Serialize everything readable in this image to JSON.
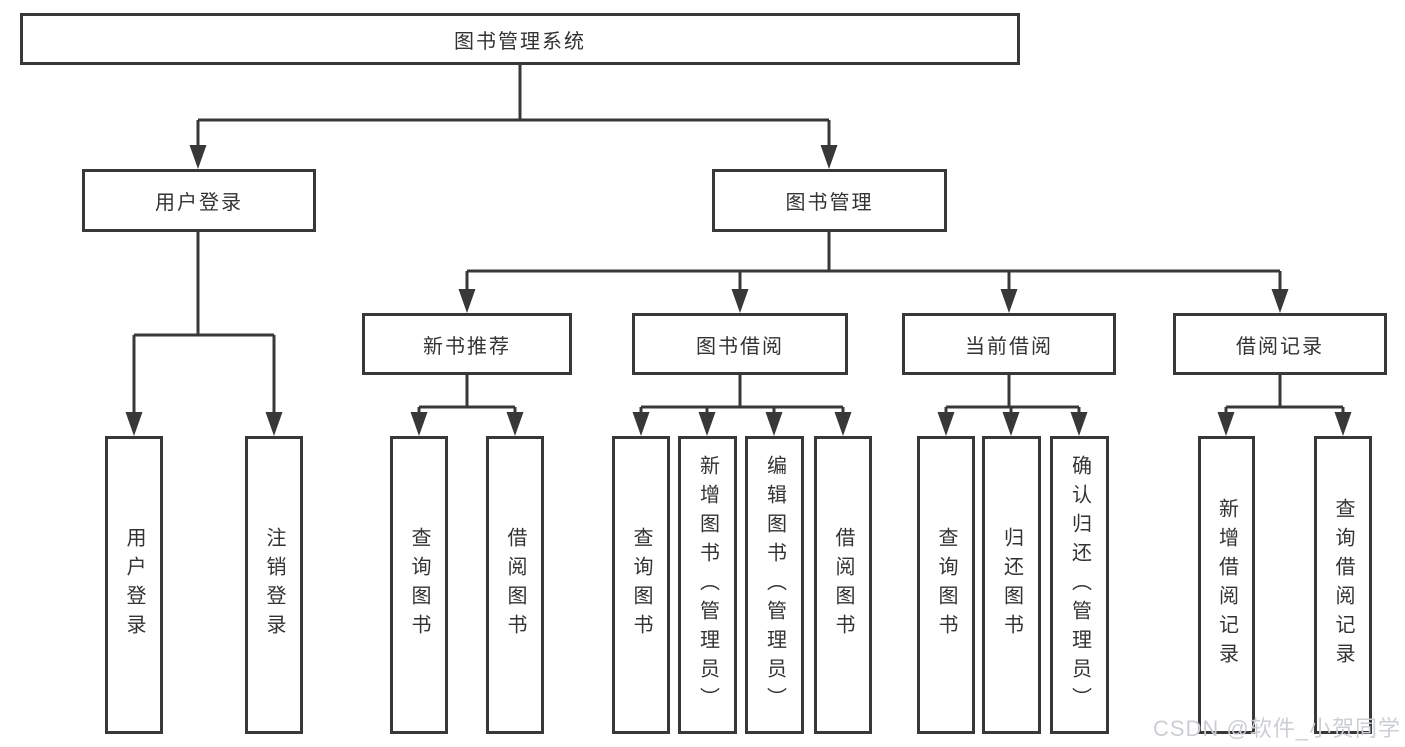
{
  "diagram": {
    "root": "图书管理系统",
    "branches": [
      {
        "label": "用户登录",
        "leaves": [
          "用户登录",
          "注销登录"
        ]
      },
      {
        "label": "图书管理",
        "children": [
          {
            "label": "新书推荐",
            "leaves": [
              "查询图书",
              "借阅图书"
            ]
          },
          {
            "label": "图书借阅",
            "leaves": [
              "查询图书",
              "新增图书（管理员）",
              "编辑图书（管理员）",
              "借阅图书"
            ]
          },
          {
            "label": "当前借阅",
            "leaves": [
              "查询图书",
              "归还图书",
              "确认归还（管理员）"
            ]
          },
          {
            "label": "借阅记录",
            "leaves": [
              "新增借阅记录",
              "查询借阅记录"
            ]
          }
        ]
      }
    ]
  },
  "watermark": "CSDN @软件_小贺同学",
  "colors": {
    "line": "#383838",
    "text": "#333333",
    "background": "#ffffff",
    "watermark": "#cbced2"
  }
}
